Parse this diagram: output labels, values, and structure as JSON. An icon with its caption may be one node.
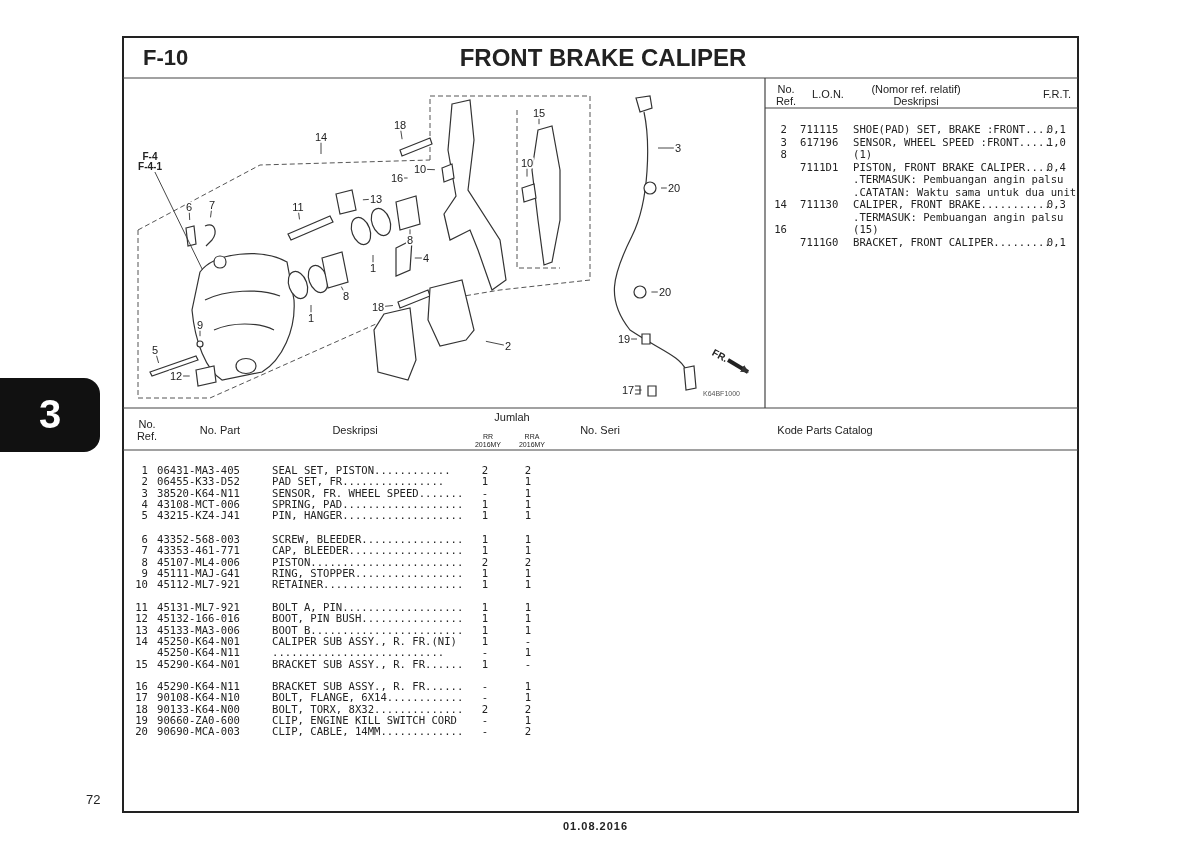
{
  "diagram": {
    "title": "FRONT BRAKE CALIPER",
    "nodes": [
      {
        "text": [
          "14"
        ]
      },
      {
        "text": [
          "18"
        ]
      },
      {
        "text": [
          "F-4 F-4-1"
        ]
      },
      {
        "text": [
          "16"
        ]
      },
      {
        "text": [
          "10"
        ]
      },
      {
        "text": [
          "15"
        ]
      },
      {
        "text": [
          "10"
        ]
      },
      {
        "text": [
          "3"
        ]
      },
      {
        "text": [
          "13"
        ]
      },
      {
        "text": [
          "11"
        ]
      },
      {
        "text": [
          "6"
        ]
      },
      {
        "text": [
          "7"
        ]
      },
      {
        "text": [
          "20"
        ]
      },
      {
        "text": [
          "8"
        ]
      },
      {
        "text": [
          "4"
        ]
      },
      {
        "text": [
          "1"
        ]
      },
      {
        "text": [
          "8"
        ]
      },
      {
        "text": [
          "1"
        ]
      },
      {
        "text": [
          "18"
        ]
      },
      {
        "text": [
          "20"
        ]
      },
      {
        "text": [
          "9"
        ]
      },
      {
        "text": [
          "2"
        ]
      },
      {
        "text": [
          "19"
        ]
      },
      {
        "text": [
          "5"
        ]
      },
      {
        "text": [
          "12"
        ]
      },
      {
        "text": [
          "17"
        ]
      }
    ],
    "edges": [
      {
        "from": 0,
        "to": null,
        "arrow": "none"
      },
      {
        "from": 1,
        "to": null,
        "arrow": "none"
      },
      {
        "from": 2,
        "to": null,
        "arrow": "none"
      },
      {
        "from": 3,
        "to": null,
        "arrow": "none"
      },
      {
        "from": 4,
        "to": null,
        "arrow": "none"
      },
      {
        "from": 5,
        "to": null,
        "arrow": "none"
      },
      {
        "from": 6,
        "to": null,
        "arrow": "none"
      },
      {
        "from": 7,
        "to": null,
        "arrow": "none"
      },
      {
        "from": 8,
        "to": null,
        "arrow": "none"
      },
      {
        "from": 9,
        "to": null,
        "arrow": "none"
      },
      {
        "from": 10,
        "to": null,
        "arrow": "none"
      },
      {
        "from": 11,
        "to": null,
        "arrow": "none"
      },
      {
        "from": 12,
        "to": null,
        "arrow": "none"
      },
      {
        "from": 13,
        "to": null,
        "arrow": "none"
      },
      {
        "from": 14,
        "to": null,
        "arrow": "none"
      },
      {
        "from": 15,
        "to": null,
        "arrow": "none"
      },
      {
        "from": 16,
        "to": null,
        "arrow": "none"
      },
      {
        "from": 17,
        "to": null,
        "arrow": "none"
      },
      {
        "from": 18,
        "to": null,
        "arrow": "none"
      },
      {
        "from": 19,
        "to": null,
        "arrow": "none"
      },
      {
        "from": 20,
        "to": null,
        "arrow": "none"
      },
      {
        "from": 21,
        "to": null,
        "arrow": "none"
      },
      {
        "from": 22,
        "to": null,
        "arrow": "none"
      },
      {
        "from": 23,
        "to": null,
        "arrow": "none"
      },
      {
        "from": 24,
        "to": null,
        "arrow": "none"
      },
      {
        "from": 25,
        "to": null,
        "arrow": "none"
      }
    ],
    "labels": [
      "F-10",
      "No. Ref.",
      "L.O.N.",
      "(Nomor ref. relatif) Deskripsi",
      "F.R.T.",
      "2",
      "711115",
      "SHOE(PAD) SET, BRAKE :FRONT....",
      "0,1",
      "3",
      "617196",
      "SENSOR, WHEEL SPEED :FRONT.....",
      "1,0",
      "8",
      "(1)",
      "7111D1",
      "PISTON, FRONT BRAKE CALIPER....",
      "0,4",
      ".TERMASUK: Pembuangan angin palsu",
      ".CATATAN: Waktu sama untuk dua unit",
      "14",
      "711130",
      "CALIPER, FRONT BRAKE...........",
      "0,3",
      ".TERMASUK: Pembuangan angin palsu",
      "16",
      "(15)",
      "7111G0",
      "BRACKET, FRONT CALIPER.........",
      "0,1",
      "FR.",
      "K64BF1000",
      "3",
      "No. Ref.",
      "No. Part",
      "Deskripsi",
      "Jumlah",
      "RR 2016MY",
      "RRA 2016MY",
      "No. Seri",
      "Kode Parts Catalog",
      "1",
      "06431-MA3-405",
      "SEAL SET, PISTON............",
      "2",
      "2",
      "2",
      "06455-K33-D52",
      "PAD SET, FR................",
      "1",
      "1",
      "3",
      "38520-K64-N11",
      "SENSOR, FR. WHEEL SPEED.......",
      "-",
      "1",
      "4",
      "43108-MCT-006",
      "SPRING, PAD...................",
      "1",
      "1",
      "5",
      "43215-KZ4-J41",
      "PIN, HANGER...................",
      "1",
      "1",
      "6",
      "43352-568-003",
      "SCREW, BLEEDER................",
      "1",
      "1",
      "7",
      "43353-461-771",
      "CAP, BLEEDER..................",
      "1",
      "1",
      "8",
      "45107-ML4-006",
      "PISTON........................",
      "2",
      "2",
      "9",
      "45111-MAJ-G41",
      "RING, STOPPER.................",
      "1",
      "1",
      "10",
      "45112-ML7-921",
      "RETAINER......................",
      "1",
      "1",
      "11",
      "45131-ML7-921",
      "BOLT A, PIN...................",
      "1",
      "1",
      "12",
      "45132-166-016",
      "BOOT, PIN BUSH................",
      "1",
      "1",
      "13",
      "45133-MA3-006",
      "BOOT B........................",
      "1",
      "1",
      "14",
      "45250-K64-N01",
      "CALIPER SUB ASSY., R. FR.(NI)",
      "1",
      "-",
      "45250-K64-N11",
      "...........................",
      "-",
      "1",
      "15",
      "45290-K64-N01",
      "BRACKET SUB ASSY., R. FR......",
      "1",
      "-",
      "16",
      "45290-K64-N11",
      "BRACKET SUB ASSY., R. FR......",
      "-",
      "1",
      "17",
      "90108-K64-N10",
      "BOLT, FLANGE, 6X14............",
      "-",
      "1",
      "18",
      "90133-K64-N00",
      "BOLT, TORX, 8X32..............",
      "2",
      "2",
      "19",
      "90660-ZA0-600",
      "CLIP, ENGINE KILL SWITCH CORD",
      "-",
      "1",
      "20",
      "90690-MCA-003",
      "CLIP, CABLE, 14MM.............",
      "-",
      "2",
      "72",
      "01.08.2016"
    ]
  }
}
